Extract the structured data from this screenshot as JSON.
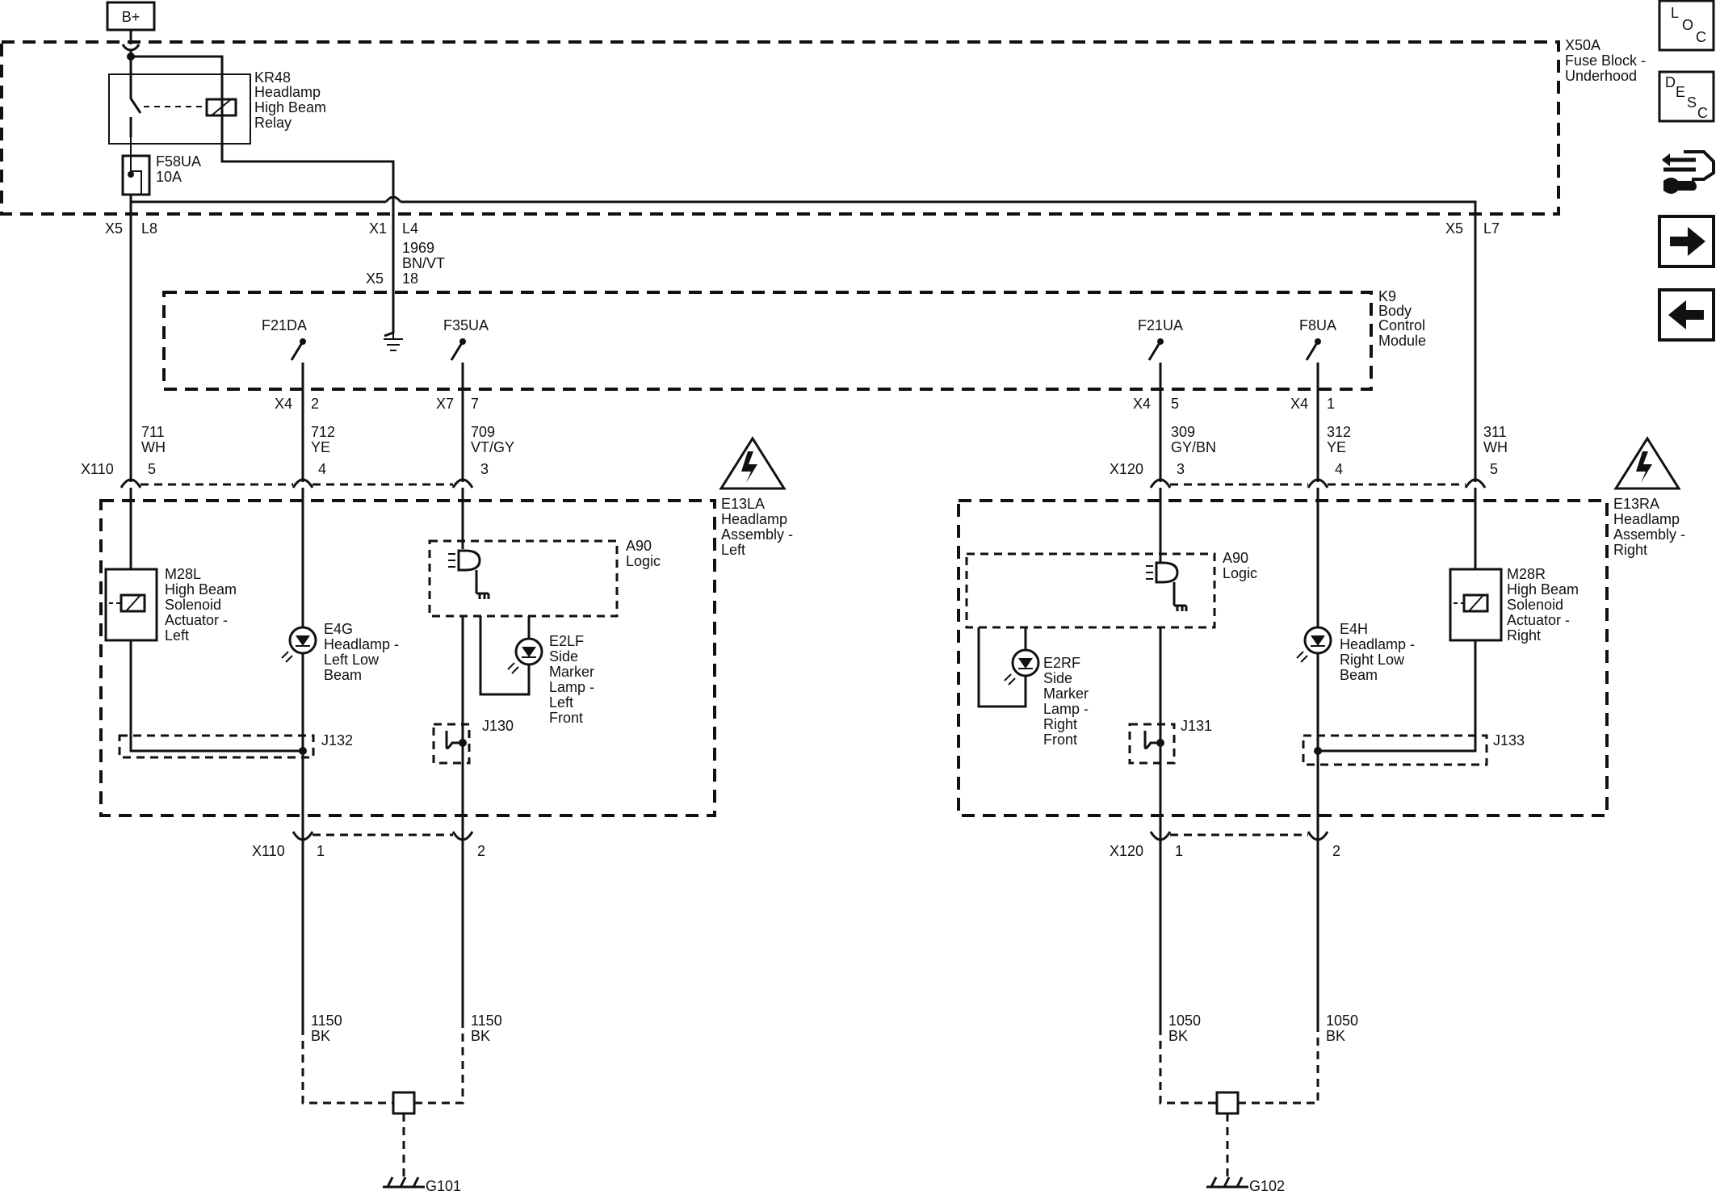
{
  "power": {
    "label": "B+"
  },
  "fuse_block": {
    "id": "X50A",
    "name_1": "Fuse Block -",
    "name_2": "Underhood"
  },
  "relay": {
    "id": "KR48",
    "line1": "Headlamp",
    "line2": "High Beam",
    "line3": "Relay"
  },
  "fuse": {
    "id": "F58UA",
    "rating": "10A"
  },
  "connectors": {
    "x5_left": {
      "conn": "X5",
      "pin": "L8"
    },
    "x1": {
      "conn": "X1",
      "pin": "L4"
    },
    "x5_right": {
      "conn": "X5",
      "pin": "L7"
    },
    "wire_1969": {
      "circuit": "1969",
      "color": "BN/VT"
    },
    "x5_bcm": {
      "conn": "X5",
      "pin": "18"
    }
  },
  "bcm": {
    "id": "K9",
    "line1": "Body",
    "line2": "Control",
    "line3": "Module"
  },
  "bcm_outputs": [
    {
      "name": "F21DA",
      "conn": "X4",
      "pin": "2"
    },
    {
      "name": "F35UA",
      "conn": "X7",
      "pin": "7"
    },
    {
      "name": "F21UA",
      "conn": "X4",
      "pin": "5"
    },
    {
      "name": "F8UA",
      "conn": "X4",
      "pin": "1"
    }
  ],
  "wires_left": [
    {
      "circuit": "711",
      "color": "WH"
    },
    {
      "circuit": "712",
      "color": "YE"
    },
    {
      "circuit": "709",
      "color": "VT/GY"
    }
  ],
  "wires_right": [
    {
      "circuit": "309",
      "color": "GY/BN"
    },
    {
      "circuit": "312",
      "color": "YE"
    },
    {
      "circuit": "311",
      "color": "WH"
    }
  ],
  "x110_top": {
    "conn": "X110",
    "pins": [
      "5",
      "4",
      "3"
    ]
  },
  "x120_top": {
    "conn": "X120",
    "pins": [
      "3",
      "4",
      "5"
    ]
  },
  "left_assembly": {
    "id": "E13LA",
    "line1": "Headlamp",
    "line2": "Assembly -",
    "line3": "Left"
  },
  "right_assembly": {
    "id": "E13RA",
    "line1": "Headlamp",
    "line2": "Assembly -",
    "line3": "Right"
  },
  "logic_left": {
    "id": "A90",
    "text": "Logic"
  },
  "logic_right": {
    "id": "A90",
    "text": "Logic"
  },
  "m28l": {
    "id": "M28L",
    "line1": "High Beam",
    "line2": "Solenoid",
    "line3": "Actuator -",
    "line4": "Left"
  },
  "m28r": {
    "id": "M28R",
    "line1": "High Beam",
    "line2": "Solenoid",
    "line3": "Actuator -",
    "line4": "Right"
  },
  "e4g": {
    "id": "E4G",
    "line1": "Headlamp -",
    "line2": "Left Low",
    "line3": "Beam"
  },
  "e4h": {
    "id": "E4H",
    "line1": "Headlamp -",
    "line2": "Right Low",
    "line3": "Beam"
  },
  "e2lf": {
    "id": "E2LF",
    "line1": "Side",
    "line2": "Marker",
    "line3": "Lamp -",
    "line4": "Left",
    "line5": "Front"
  },
  "e2rf": {
    "id": "E2RF",
    "line1": "Side",
    "line2": "Marker",
    "line3": "Lamp -",
    "line4": "Right",
    "line5": "Front"
  },
  "splices": {
    "j132": "J132",
    "j130": "J130",
    "j131": "J131",
    "j133": "J133"
  },
  "x110_bottom": {
    "conn": "X110",
    "pins": [
      "1",
      "2"
    ]
  },
  "x120_bottom": {
    "conn": "X120",
    "pins": [
      "1",
      "2"
    ]
  },
  "ground_wires_left": [
    {
      "circuit": "1150",
      "color": "BK"
    },
    {
      "circuit": "1150",
      "color": "BK"
    }
  ],
  "ground_wires_right": [
    {
      "circuit": "1050",
      "color": "BK"
    },
    {
      "circuit": "1050",
      "color": "BK"
    }
  ],
  "grounds": {
    "left": "G101",
    "right": "G102"
  },
  "nav": {
    "loc": {
      "l": "L",
      "o": "O",
      "c": "C"
    },
    "desc": {
      "d": "D",
      "e": "E",
      "s": "S",
      "c": "C"
    },
    "icons": [
      "connector-icon",
      "next-arrow-icon",
      "back-arrow-icon"
    ]
  }
}
